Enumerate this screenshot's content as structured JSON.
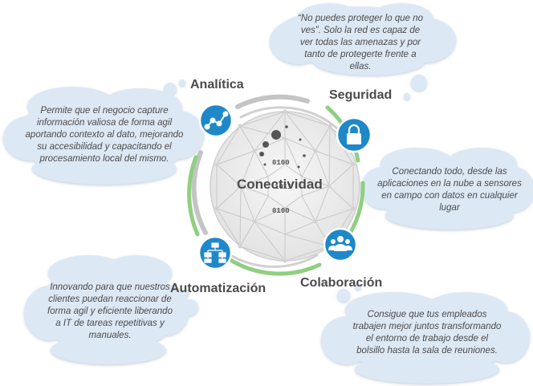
{
  "center": {
    "title": "Conectividad",
    "binary": [
      "0100",
      "1011",
      "0100"
    ]
  },
  "nodes": {
    "analitica": {
      "label": "Analítica",
      "icon": "analytics-line-icon",
      "description": "Permite que el negocio capture información valiosa de forma agil aportando contexto al dato, mejorando su accesibilidad y capacitando el procesamiento local del mismo."
    },
    "seguridad": {
      "label": "Seguridad",
      "icon": "lock-icon",
      "description": "“No puedes proteger lo que no ves”. Solo la red es capaz de ver todas las amenazas y por tanto de protegerte frente a ellas."
    },
    "conectividad": {
      "description": "Conectando todo, desde las aplicaciones en la nube a sensores en campo con datos en cualquier lugar"
    },
    "colaboracion": {
      "label": "Colaboración",
      "icon": "people-group-icon",
      "description": "Consigue que tus empleados trabajen mejor juntos transformando el entorno de trabajo desde el bolsillo hasta la sala de reuniones."
    },
    "automatizacion": {
      "label": "Automatización",
      "icon": "flowchart-icon",
      "description": "Innovando para que nuestros clientes puedan reaccionar de forma agil y eficiente liberando a IT de tareas repetitivas y manuales."
    }
  },
  "colors": {
    "cloud": "#dde8f5",
    "node": "#1e88c9",
    "ring_green": "#8fcf80",
    "ring_gray": "#c4c4c4",
    "text": "#4a4a4a"
  }
}
